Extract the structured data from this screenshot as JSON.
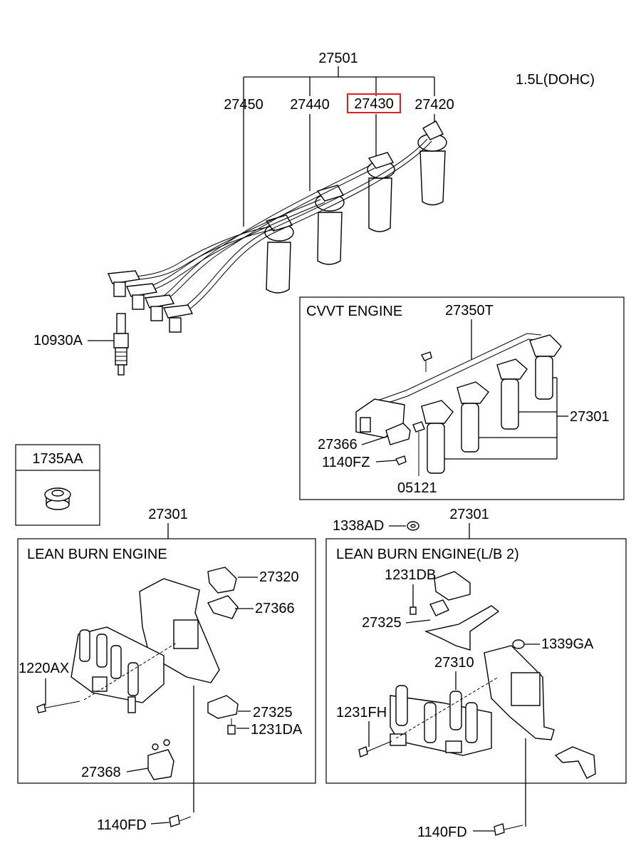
{
  "engine_spec": "1.5L(DOHC)",
  "highlight_color": "#e02020",
  "labels": {
    "cable_set": "27501",
    "cable_1": "27450",
    "cable_2": "27440",
    "cable_3": "27430",
    "cable_4": "27420",
    "spark_plug": "10930A",
    "plug_part": "1735AA",
    "cvvt_coil_harness": "27350T",
    "cvvt_coil": "27301",
    "cvvt_connector": "27366",
    "cvvt_bolt": "1140FZ",
    "cvvt_sensor": "05121",
    "lean_coil_1": "27301",
    "lean_connector_a": "27320",
    "lean_connector_b": "27366",
    "lean_bolt_a": "1220AX",
    "lean_bracket": "27325",
    "lean_bolt_b": "1231DA",
    "lean_cap": "27368",
    "lean_bolt_c": "1140FD",
    "nut_a": "1338AD",
    "lean2_coil": "27301",
    "lean2_bolt_a": "1231DB",
    "lean2_bracket": "27325",
    "lean2_nut": "1339GA",
    "lean2_body": "27310",
    "lean2_bolt_b": "1231FH",
    "lean2_bolt_c": "1140FD"
  },
  "sections": {
    "cvvt": "CVVT ENGINE",
    "lean": "LEAN BURN ENGINE",
    "lean2": "LEAN BURN ENGINE(L/B 2)"
  }
}
